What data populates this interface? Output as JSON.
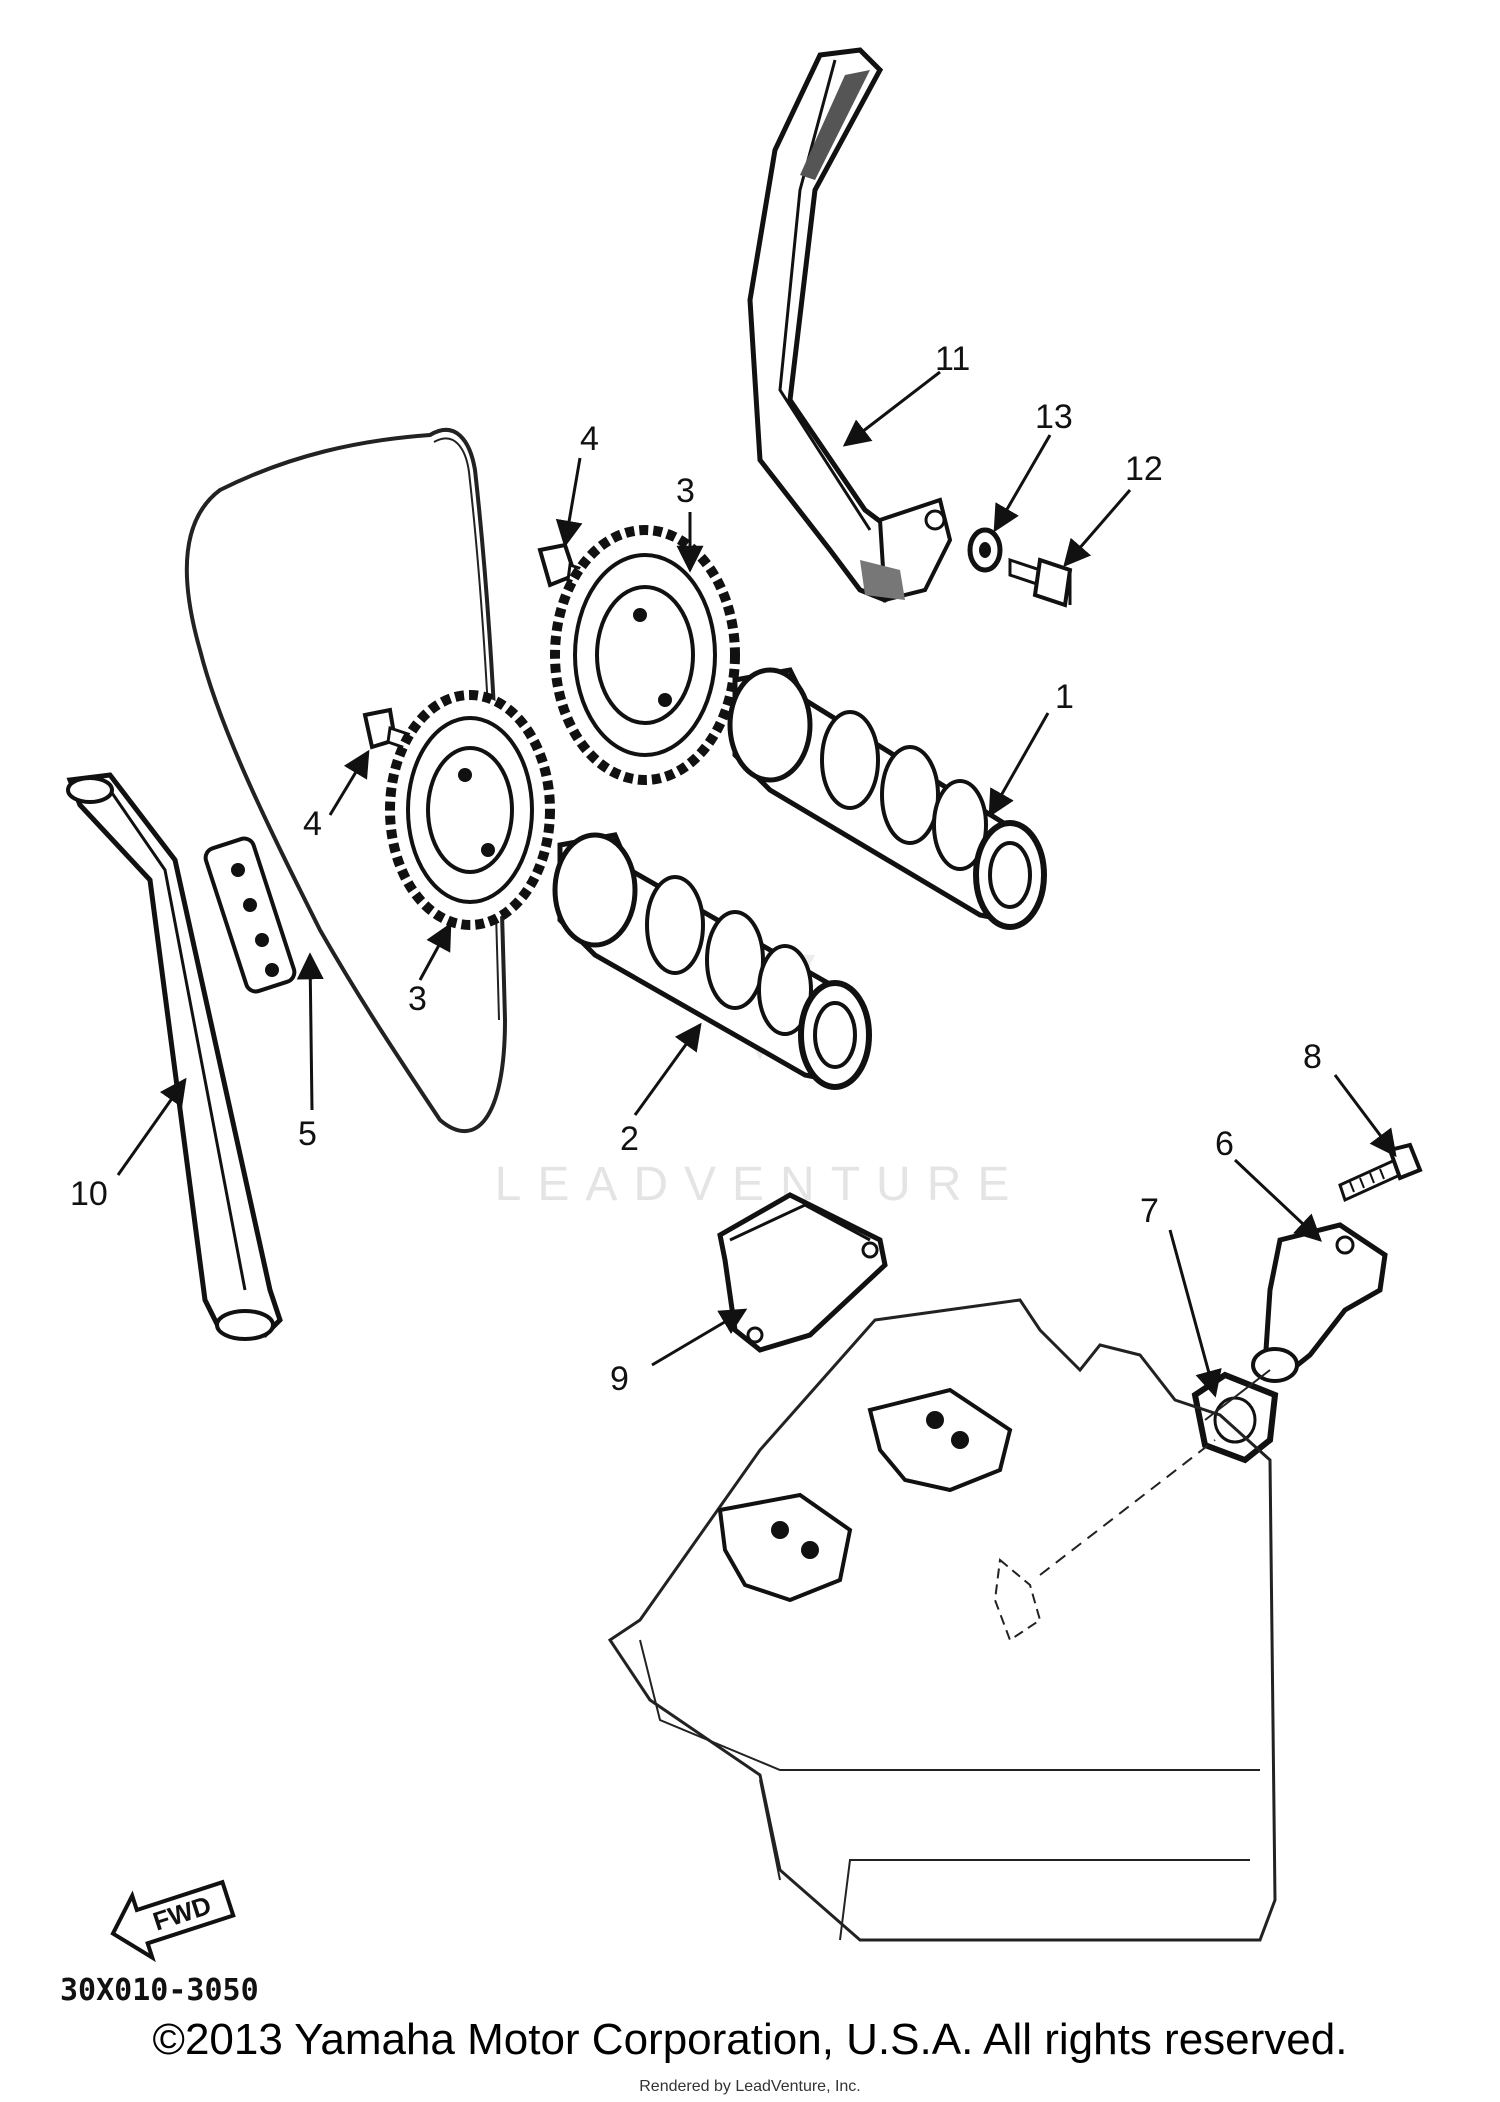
{
  "callouts": {
    "c1": "1",
    "c2": "2",
    "c3a": "3",
    "c3b": "3",
    "c4a": "4",
    "c4b": "4",
    "c5": "5",
    "c6": "6",
    "c7": "7",
    "c8": "8",
    "c9": "9",
    "c10": "10",
    "c11": "11",
    "c12": "12",
    "c13": "13"
  },
  "fwd_label": "FWD",
  "diagram_code": "30X010-3050",
  "watermark": "LEADVENTURE",
  "copyright": "©2013 Yamaha Motor Corporation, U.S.A. All rights reserved.",
  "rendered_by": "Rendered by LeadVenture, Inc.",
  "colors": {
    "ink": "#111111",
    "watermark": "#e4e4e4"
  }
}
